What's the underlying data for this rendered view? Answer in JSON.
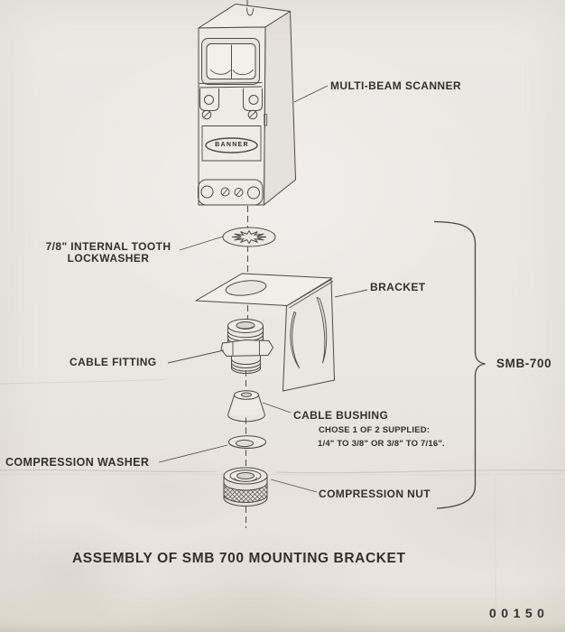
{
  "document": {
    "title": "ASSEMBLY OF SMB 700 MOUNTING BRACKET",
    "doc_number": "00150"
  },
  "labels": {
    "scanner": "MULTI-BEAM SCANNER",
    "brand": "BANNER",
    "lockwasher_line1": "7/8\" INTERNAL TOOTH",
    "lockwasher_line2": "LOCKWASHER",
    "bracket": "BRACKET",
    "cable_fitting": "CABLE FITTING",
    "cable_bushing": "CABLE BUSHING",
    "bushing_note1": "CHOSE 1 OF 2 SUPPLIED:",
    "bushing_note2": "1/4\" TO 3/8\" OR 3/8\" TO 7/16\".",
    "compression_washer": "COMPRESSION WASHER",
    "compression_nut": "COMPRESSION NUT",
    "assembly_group": "SMB-700"
  },
  "colors": {
    "paper": "#e9e7e2",
    "ink": "#33302b",
    "line": "#4e4a44"
  }
}
